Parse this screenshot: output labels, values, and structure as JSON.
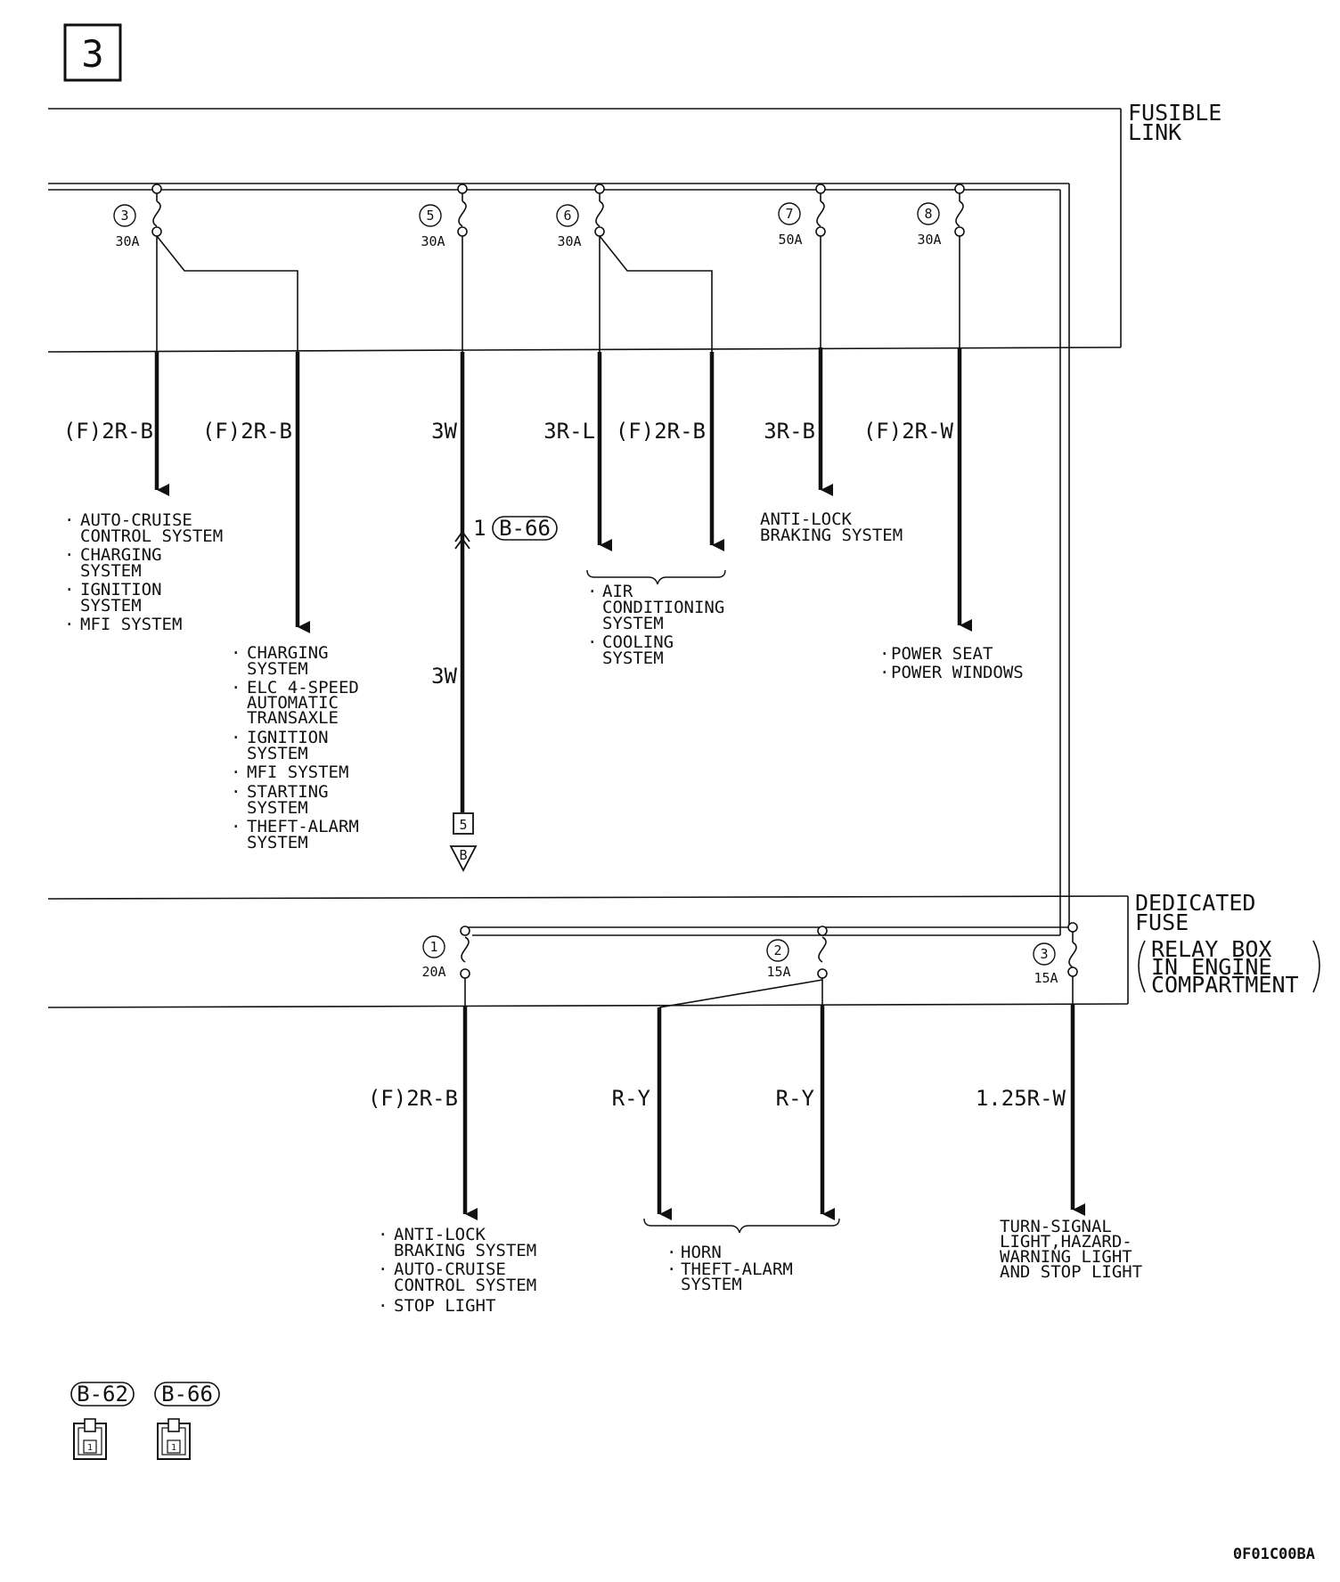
{
  "page_number": "3",
  "fusible_link": {
    "label_lines": [
      "FUSIBLE",
      "LINK"
    ],
    "fuses": [
      {
        "num": "3",
        "amp": "30A"
      },
      {
        "num": "5",
        "amp": "30A"
      },
      {
        "num": "6",
        "amp": "30A"
      },
      {
        "num": "7",
        "amp": "50A"
      },
      {
        "num": "8",
        "amp": "30A"
      }
    ]
  },
  "upper_wires": [
    "(F)2R-B",
    "(F)2R-B",
    "3W",
    "3R-L",
    "(F)2R-B",
    "3R-B",
    "(F)2R-W"
  ],
  "connector_b66": {
    "pin": "1",
    "name": "B-66"
  },
  "wire_3w_lower": "3W",
  "terminal": {
    "box": "5",
    "triangle": "B"
  },
  "upper_destinations": {
    "fuse3_a": [
      [
        "AUTO-CRUISE",
        "CONTROL SYSTEM"
      ],
      [
        "CHARGING",
        "SYSTEM"
      ],
      [
        "IGNITION",
        "SYSTEM"
      ],
      [
        "MFI SYSTEM"
      ]
    ],
    "fuse3_b": [
      [
        "CHARGING",
        "SYSTEM"
      ],
      [
        "ELC 4-SPEED",
        "AUTOMATIC",
        "TRANSAXLE"
      ],
      [
        "IGNITION",
        "SYSTEM"
      ],
      [
        "MFI SYSTEM"
      ],
      [
        "STARTING",
        "SYSTEM"
      ],
      [
        "THEFT-ALARM",
        "SYSTEM"
      ]
    ],
    "fuse6": [
      [
        "AIR",
        "CONDITIONING",
        "SYSTEM"
      ],
      [
        "COOLING",
        "SYSTEM"
      ]
    ],
    "fuse7": [
      "ANTI-LOCK",
      "BRAKING SYSTEM"
    ],
    "fuse8": [
      [
        "POWER SEAT"
      ],
      [
        "POWER WINDOWS"
      ]
    ]
  },
  "dedicated_fuse": {
    "label_lines": [
      "DEDICATED",
      "FUSE"
    ],
    "sub_lines": [
      "RELAY BOX",
      "IN ENGINE",
      "COMPARTMENT"
    ],
    "fuses": [
      {
        "num": "1",
        "amp": "20A"
      },
      {
        "num": "2",
        "amp": "15A"
      },
      {
        "num": "3",
        "amp": "15A"
      }
    ]
  },
  "lower_wires": [
    "(F)2R-B",
    "R-Y",
    "R-Y",
    "1.25R-W"
  ],
  "lower_destinations": {
    "fuse1": [
      [
        "ANTI-LOCK",
        "BRAKING SYSTEM"
      ],
      [
        "AUTO-CRUISE",
        "CONTROL SYSTEM"
      ],
      [
        "STOP LIGHT"
      ]
    ],
    "fuse2": [
      [
        "HORN"
      ],
      [
        "THEFT-ALARM",
        "SYSTEM"
      ]
    ],
    "fuse3": [
      "TURN-SIGNAL",
      "LIGHT,HAZARD-",
      "WARNING LIGHT",
      "AND STOP LIGHT"
    ]
  },
  "connector_legend": [
    {
      "name": "B-62",
      "pin": "1"
    },
    {
      "name": "B-66",
      "pin": "1"
    }
  ],
  "figure_code": "0F01C00BA"
}
